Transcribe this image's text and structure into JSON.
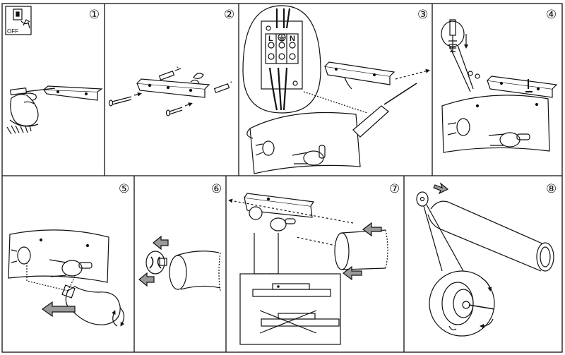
{
  "panels": [
    {
      "step": "1",
      "label": "①"
    },
    {
      "step": "2",
      "label": "②"
    },
    {
      "step": "3",
      "label": "③"
    },
    {
      "step": "4",
      "label": "④"
    },
    {
      "step": "5",
      "label": "⑤"
    },
    {
      "step": "6",
      "label": "⑥"
    },
    {
      "step": "7",
      "label": "⑦"
    },
    {
      "step": "8",
      "label": "⑧"
    }
  ],
  "switch_label": "OFF",
  "terminal_labels": {
    "live": "L",
    "neutral": "N"
  },
  "colors": {
    "line": "#111111",
    "arrow_fill": "#9a9a9a",
    "dot_gray": "#c8c8c8"
  },
  "icons": [
    "power-switch-icon",
    "screwdriver-icon",
    "ground-symbol-icon",
    "rotate-icon",
    "arrow-icon"
  ]
}
